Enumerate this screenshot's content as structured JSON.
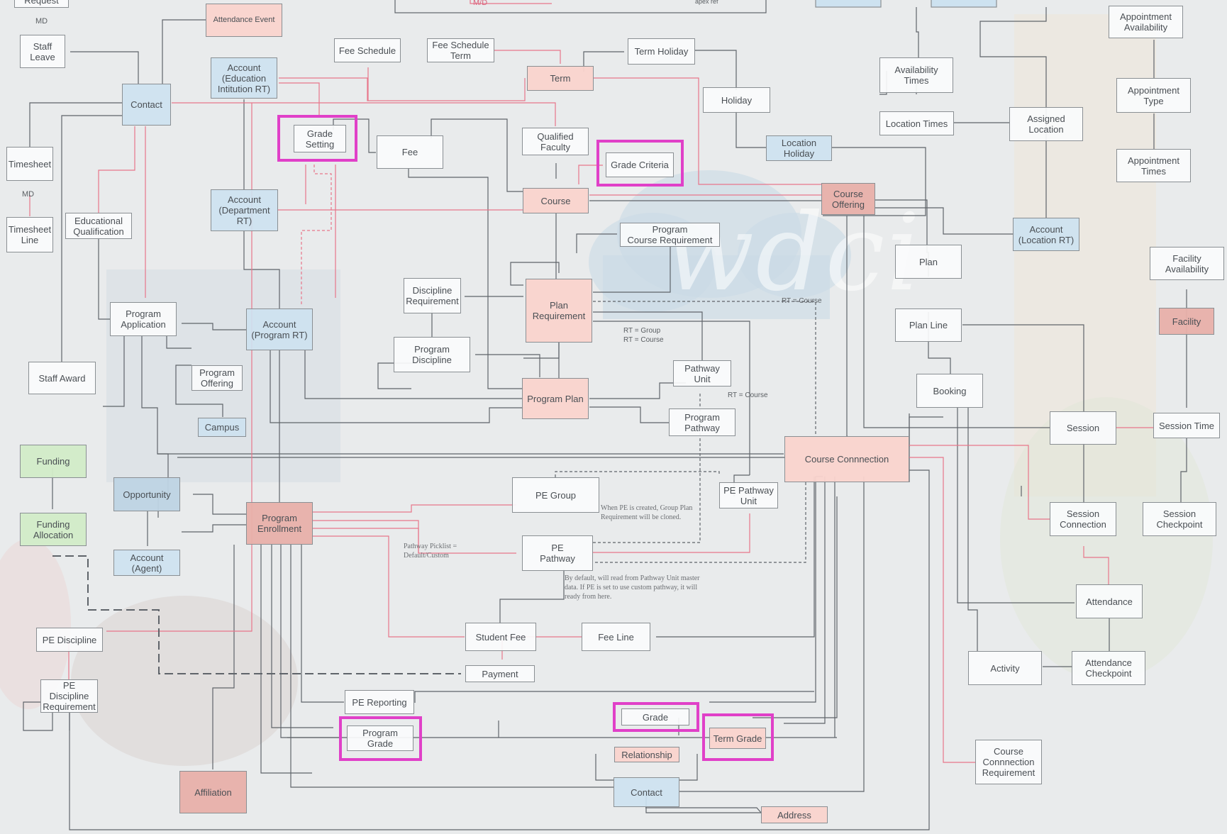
{
  "watermark": "wdci",
  "entities": [
    {
      "id": "request",
      "label": "Request"
    },
    {
      "id": "attendance_event",
      "label": "Attendance Event"
    },
    {
      "id": "staff_leave",
      "label": "Staff\nLeave"
    },
    {
      "id": "account_edu",
      "label": "Account\n(Education\nIntitution RT)"
    },
    {
      "id": "fee_schedule",
      "label": "Fee Schedule"
    },
    {
      "id": "fee_schedule_term",
      "label": "Fee Schedule\nTerm"
    },
    {
      "id": "term_holiday",
      "label": "Term Holiday"
    },
    {
      "id": "term",
      "label": "Term"
    },
    {
      "id": "contact_top",
      "label": "Contact"
    },
    {
      "id": "holiday",
      "label": "Holiday"
    },
    {
      "id": "grade_setting",
      "label": "Grade\nSetting"
    },
    {
      "id": "fee",
      "label": "Fee"
    },
    {
      "id": "qualified_faculty",
      "label": "Qualified\nFaculty"
    },
    {
      "id": "grade_criteria",
      "label": "Grade Criteria"
    },
    {
      "id": "location_holiday",
      "label": "Location\nHoliday"
    },
    {
      "id": "timesheet",
      "label": "Timesheet"
    },
    {
      "id": "account_dept",
      "label": "Account\n(Department\nRT)"
    },
    {
      "id": "course",
      "label": "Course"
    },
    {
      "id": "course_offering",
      "label": "Course\nOffering"
    },
    {
      "id": "timesheet_line",
      "label": "Timesheet\nLine"
    },
    {
      "id": "edu_qualification",
      "label": "Educational\nQualification"
    },
    {
      "id": "program_course_req",
      "label": "Program\nCourse Requirement"
    },
    {
      "id": "availability_times",
      "label": "Availability\nTimes"
    },
    {
      "id": "location_times",
      "label": "Location Times"
    },
    {
      "id": "assigned_location",
      "label": "Assigned\nLocation"
    },
    {
      "id": "appointment_availability",
      "label": "Appointment\nAvailability"
    },
    {
      "id": "appointment_type",
      "label": "Appointment\nType"
    },
    {
      "id": "appointment_times",
      "label": "Appointment\nTimes"
    },
    {
      "id": "account_location",
      "label": "Account\n(Location RT)"
    },
    {
      "id": "plan",
      "label": "Plan"
    },
    {
      "id": "facility_availability",
      "label": "Facility\nAvailability"
    },
    {
      "id": "facility",
      "label": "Facility"
    },
    {
      "id": "discipline_req",
      "label": "Discipline\nRequirement"
    },
    {
      "id": "plan_requirement",
      "label": "Plan\nRequirement"
    },
    {
      "id": "program_application",
      "label": "Program\nApplication"
    },
    {
      "id": "account_program",
      "label": "Account\n(Program RT)"
    },
    {
      "id": "plan_line",
      "label": "Plan Line"
    },
    {
      "id": "program_discipline",
      "label": "Program\nDiscipline"
    },
    {
      "id": "pathway_unit",
      "label": "Pathway\nUnit"
    },
    {
      "id": "staff_award",
      "label": "Staff Award"
    },
    {
      "id": "program_offering",
      "label": "Program\nOffering"
    },
    {
      "id": "booking",
      "label": "Booking"
    },
    {
      "id": "program_plan",
      "label": "Program Plan"
    },
    {
      "id": "program_pathway",
      "label": "Program\nPathway"
    },
    {
      "id": "campus",
      "label": "Campus"
    },
    {
      "id": "session",
      "label": "Session"
    },
    {
      "id": "session_time",
      "label": "Session Time"
    },
    {
      "id": "funding",
      "label": "Funding"
    },
    {
      "id": "course_connection",
      "label": "Course Connnection"
    },
    {
      "id": "opportunity",
      "label": "Opportunity"
    },
    {
      "id": "pe_group",
      "label": "PE Group"
    },
    {
      "id": "pe_pathway_unit",
      "label": "PE Pathway\nUnit"
    },
    {
      "id": "program_enrollment",
      "label": "Program\nEnrollment"
    },
    {
      "id": "funding_allocation",
      "label": "Funding\nAllocation"
    },
    {
      "id": "session_connection",
      "label": "Session\nConnection"
    },
    {
      "id": "session_checkpoint",
      "label": "Session\nCheckpoint"
    },
    {
      "id": "pe_pathway",
      "label": "PE\nPathway"
    },
    {
      "id": "account_agent",
      "label": "Account\n(Agent)"
    },
    {
      "id": "attendance",
      "label": "Attendance"
    },
    {
      "id": "pe_discipline",
      "label": "PE Discipline"
    },
    {
      "id": "student_fee",
      "label": "Student Fee"
    },
    {
      "id": "fee_line",
      "label": "Fee Line"
    },
    {
      "id": "activity",
      "label": "Activity"
    },
    {
      "id": "attendance_checkpoint",
      "label": "Attendance\nCheckpoint"
    },
    {
      "id": "payment",
      "label": "Payment"
    },
    {
      "id": "pe_discipline_req",
      "label": "PE Discipline\nRequirement"
    },
    {
      "id": "pe_reporting",
      "label": "PE Reporting"
    },
    {
      "id": "grade",
      "label": "Grade"
    },
    {
      "id": "program_grade",
      "label": "Program\nGrade"
    },
    {
      "id": "term_grade",
      "label": "Term Grade"
    },
    {
      "id": "relationship",
      "label": "Relationship"
    },
    {
      "id": "course_connection_req",
      "label": "Course\nConnnection\nRequirement"
    },
    {
      "id": "affiliation",
      "label": "Affiliation"
    },
    {
      "id": "contact_bottom",
      "label": "Contact"
    },
    {
      "id": "address",
      "label": "Address"
    }
  ],
  "labels": {
    "md_top": "MD",
    "md_timesheet": "MD",
    "md_top_red": "M/D",
    "rt_course_1": "RT = Course",
    "rt_group_course": "RT = Group\nRT = Course",
    "rt_course_2": "RT = Course",
    "apex_ref": "apex ref"
  },
  "notes": {
    "pe_group_note": "When PE is created, Group Plan\nRequirement will be cloned.",
    "pathway_picklist": "Pathway Picklist =\nDefault/Custom",
    "pe_pathway_note": "By default, will read from Pathway Unit master\ndata. If PE is set to use custom pathway, it will\nready from here."
  },
  "highlighted": [
    "grade_setting",
    "grade_criteria",
    "grade",
    "program_grade",
    "term_grade"
  ],
  "colors": {
    "highlight": "#e040c8",
    "relation_red": "#e8768a",
    "relation_gray": "#555a5f"
  }
}
